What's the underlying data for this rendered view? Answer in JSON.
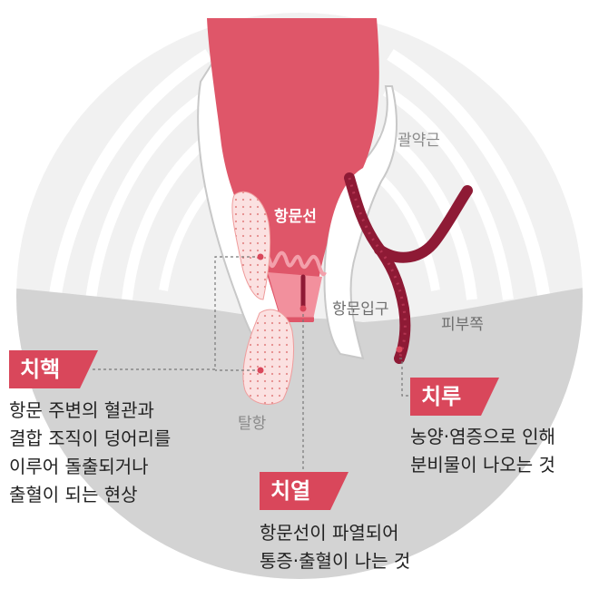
{
  "labels": {
    "anal_line": "항문선",
    "sphincter": "괄약근",
    "anal_crypt": "항문입구",
    "skin_side": "피부쪽",
    "prolapse": "탈항"
  },
  "callouts": {
    "hemorrhoid": {
      "title": "치핵",
      "lines": [
        "항문 주변의 혈관과",
        "결합 조직이 덩어리를",
        "이루어 돌출되거나",
        "출혈이 되는 현상"
      ]
    },
    "fistula": {
      "title": "치루",
      "lines": [
        "농양·염증으로 인해",
        "분비물이 나오는 것"
      ]
    },
    "fissure": {
      "title": "치열",
      "lines": [
        "항문선이 파열되어",
        "통증·출혈이 나는 것"
      ]
    }
  },
  "colors": {
    "accent_red": "#d9475b",
    "tissue_red": "#df5669",
    "fistula_dark": "#8e1a35",
    "muscle_gray": "#e6e6e6",
    "skin_gray": "#d3d3d3"
  }
}
